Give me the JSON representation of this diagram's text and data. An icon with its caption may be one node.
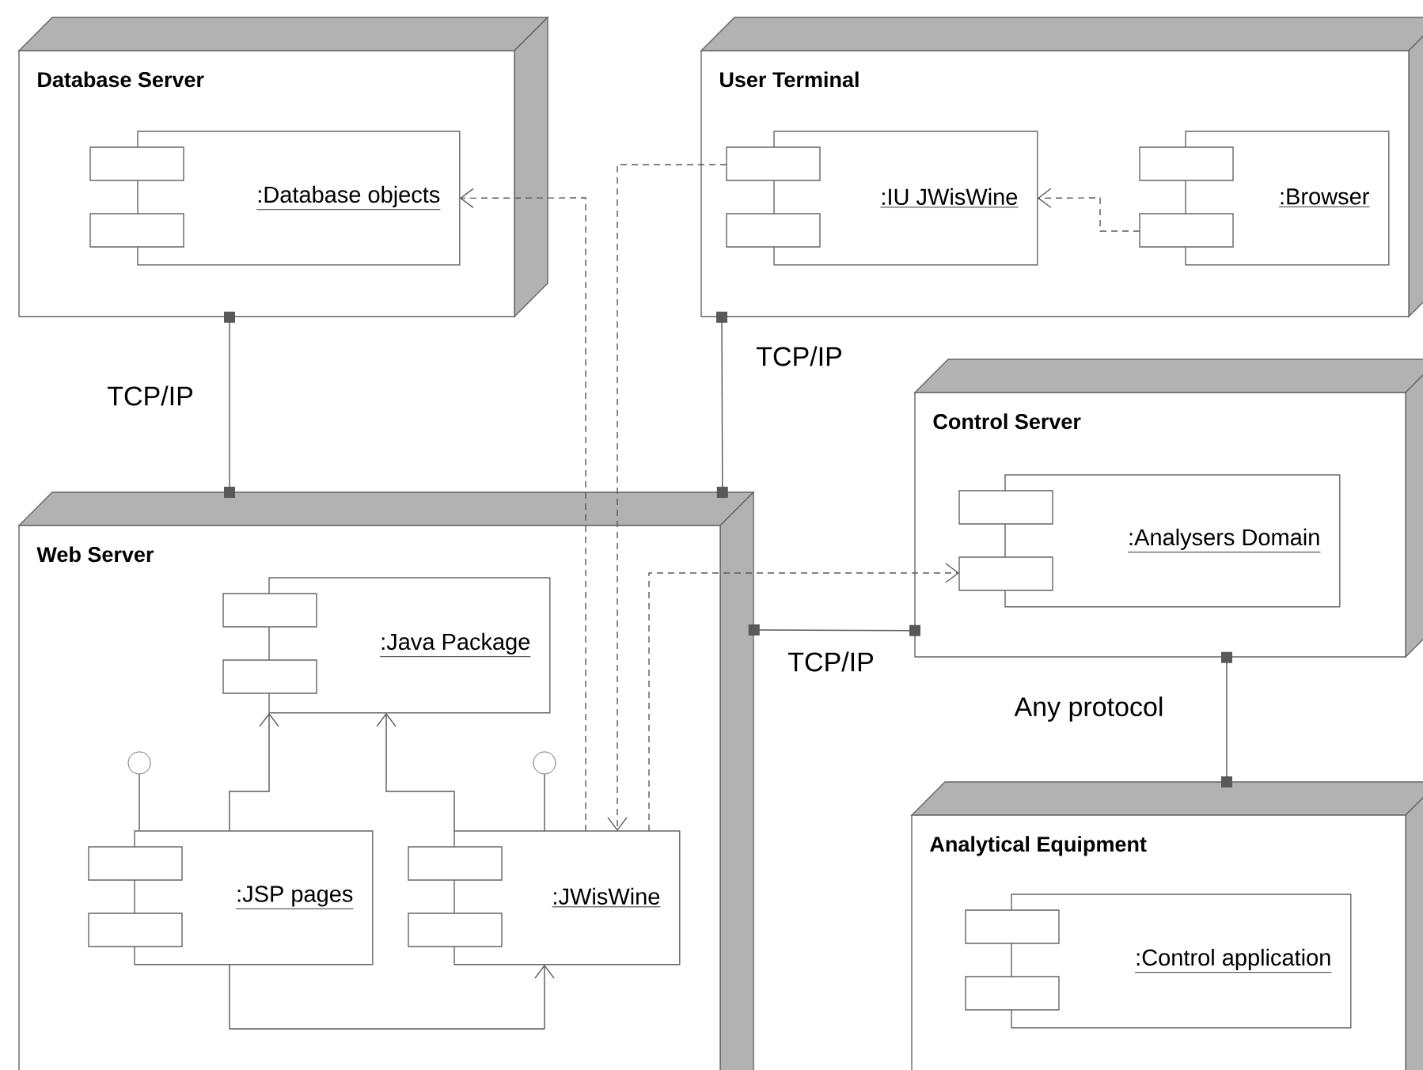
{
  "diagram": {
    "nodes": [
      {
        "text": [
          "Database Server"
        ]
      },
      {
        "text": [
          ":Database objects"
        ],
        "in": 0
      },
      {
        "text": [
          "User Terminal"
        ]
      },
      {
        "text": [
          ":IU JWisWine"
        ],
        "in": 2
      },
      {
        "text": [
          ":Browser"
        ],
        "in": 2
      },
      {
        "text": [
          "Web Server"
        ]
      },
      {
        "text": [
          ":Java Package"
        ],
        "in": 5
      },
      {
        "text": [
          ":JSP pages"
        ],
        "in": 5
      },
      {
        "text": [
          ":JWisWine"
        ],
        "in": 5
      },
      {
        "text": [
          "Control Server"
        ]
      },
      {
        "text": [
          ":Analysers Domain"
        ],
        "in": 9
      },
      {
        "text": [
          "Analytical Equipment"
        ]
      },
      {
        "text": [
          ":Control application"
        ],
        "in": 11
      },
      {
        "text": [],
        "shape": "circle",
        "in": 5
      },
      {
        "text": [],
        "shape": "circle",
        "in": 5
      }
    ],
    "edges": [
      {
        "from": 0,
        "to": 5,
        "arrow": "other",
        "label": "TCP/IP"
      },
      {
        "from": 2,
        "to": 5,
        "arrow": "other",
        "label": "TCP/IP"
      },
      {
        "from": 5,
        "to": 9,
        "arrow": "other",
        "label": "TCP/IP"
      },
      {
        "from": 9,
        "to": 11,
        "arrow": "other",
        "label": "Any protocol"
      },
      {
        "from": 8,
        "to": 1,
        "arrow": "to",
        "style": "dashed"
      },
      {
        "from": 3,
        "to": 8,
        "arrow": "to",
        "style": "dashed"
      },
      {
        "from": 8,
        "to": 10,
        "arrow": "to",
        "style": "dashed"
      },
      {
        "from": 4,
        "to": 3,
        "arrow": "to",
        "style": "dashed"
      },
      {
        "from": 7,
        "to": 6,
        "arrow": "to"
      },
      {
        "from": 8,
        "to": 6,
        "arrow": "to"
      },
      {
        "from": 7,
        "to": 8,
        "arrow": "to"
      },
      {
        "from": 13,
        "to": 7,
        "arrow": "none"
      },
      {
        "from": 14,
        "to": 8,
        "arrow": "none"
      }
    ]
  }
}
